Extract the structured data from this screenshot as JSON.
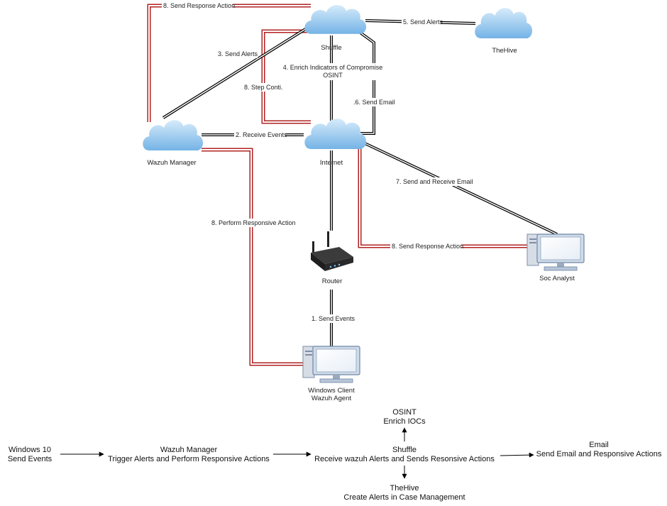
{
  "nodes": {
    "shuffle": "Shuffle",
    "thehive": "TheHive",
    "wazuh_manager": "Wazuh Manager",
    "internet": "Internet",
    "router": "Router",
    "soc_analyst": "Soc Analyst",
    "windows_client": [
      "Windows Client",
      "Wazuh Agent"
    ]
  },
  "edges": {
    "send_response_top": "8. Send Response Action",
    "send_alerts_hive": "5. Send Alerts",
    "send_alerts_wazuh": "3. Send Alerts",
    "enrich": [
      "4. Enrich Indicators of Compromise",
      "OSINT"
    ],
    "step_conti": "8. Step Conti.",
    "send_email": ".6. Send Email",
    "receive_events": "2. Receive Events",
    "send_receive_email": "7. Send and Receive Email",
    "perform_responsive": "8. Perform Responsive Action",
    "send_response_soc": "8. Send Response Action",
    "send_events": "1. Send Events"
  },
  "flow": {
    "windows": [
      "Windows 10",
      "Send Events"
    ],
    "wazuh": [
      "Wazuh Manager",
      "Trigger Alerts and Perform Responsive Actions"
    ],
    "shuffle": [
      "Shuffle",
      "Receive wazuh Alerts and Sends Resonsive Actions"
    ],
    "osint": [
      "OSINT",
      "Enrich IOCs"
    ],
    "thehive": [
      "TheHive",
      "Create Alerts in Case Management"
    ],
    "email": [
      "Email",
      "Send Email and Responsive Actions"
    ]
  }
}
